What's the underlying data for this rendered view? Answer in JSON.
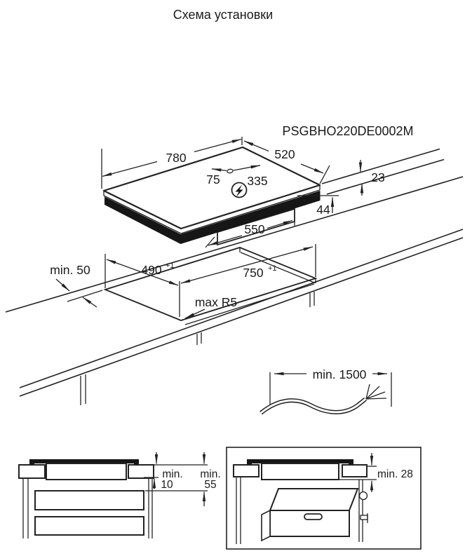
{
  "title": "Схема установки",
  "model_code": "PSGBHO220DE0002M",
  "colors": {
    "ink": "#222222",
    "text": "#1a1a1a"
  },
  "hob": {
    "width": "780",
    "depth": "520",
    "cable_offset_left": "75",
    "cable_offset_right": "335",
    "rim_height": "23",
    "body_height": "44",
    "body_width": "550"
  },
  "cutout": {
    "back_clearance": "min. 50",
    "depth": "490",
    "depth_tolerance": "+1",
    "width": "750",
    "width_tolerance": "+1",
    "corner_radius": "max R5"
  },
  "cable": {
    "length": "min. 1500"
  },
  "drawer_view": {
    "gap_label": "min.",
    "gap_value": "10",
    "shelf_label": "min.",
    "shelf_value": "55"
  },
  "oven_view": {
    "clearance": "min. 28"
  }
}
